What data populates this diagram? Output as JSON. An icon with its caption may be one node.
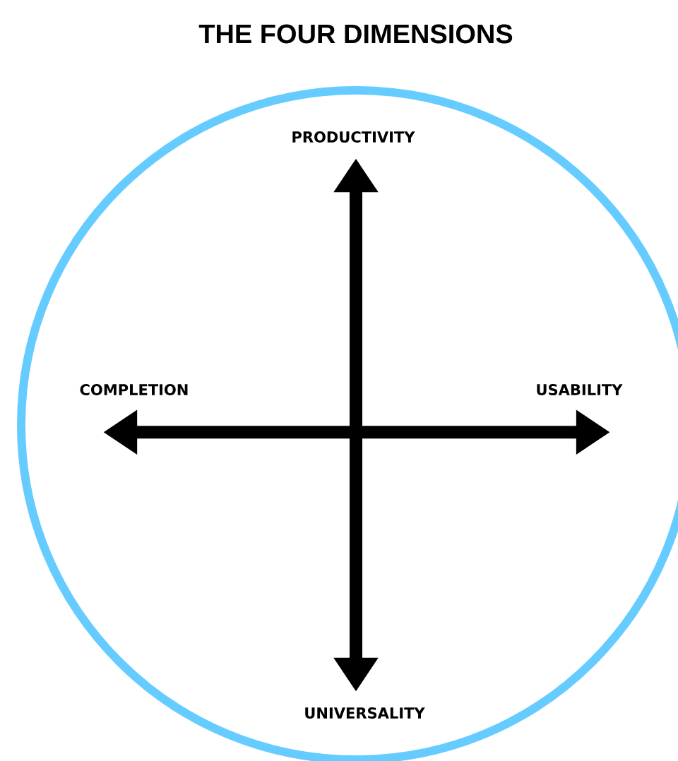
{
  "diagram": {
    "title": "THE FOUR DIMENSIONS",
    "nodes": [
      {
        "text": [],
        "shape": "circle"
      },
      {
        "text": [
          "PRODUCTIVITY"
        ],
        "in": 0
      },
      {
        "text": [
          "COMPLETION"
        ],
        "in": 0
      },
      {
        "text": [
          "USABILITY"
        ],
        "in": 0
      },
      {
        "text": [
          "UNIVERSALITY"
        ],
        "in": 0
      }
    ],
    "edges": [
      {
        "from": 1,
        "to": 4,
        "arrow": "both"
      },
      {
        "from": 2,
        "to": 3,
        "arrow": "both"
      }
    ]
  }
}
